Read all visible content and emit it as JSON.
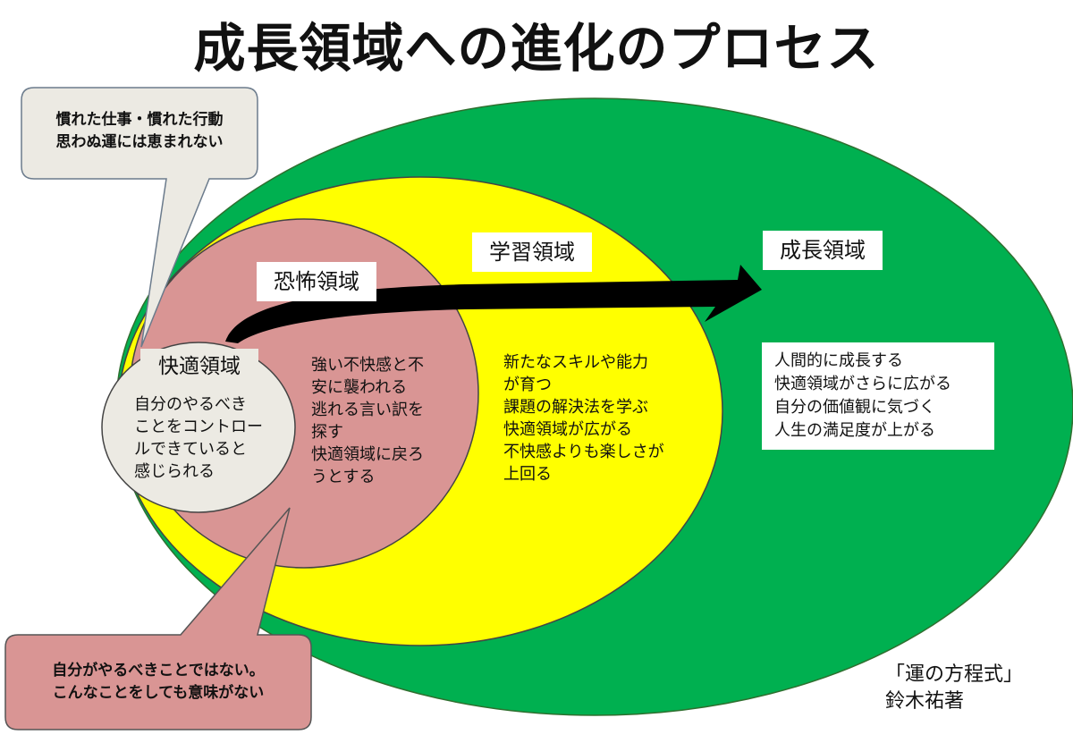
{
  "title": "成長領域への進化のプロセス",
  "zones": {
    "comfort": {
      "label": "快適領域",
      "text": "自分のやるべき\nことをコントロー\nルできていると\n感じられる"
    },
    "fear": {
      "label": "恐怖領域",
      "text": "強い不快感と不\n安に襲われる\n逃れる言い訳を\n探す\n快適領域に戻ろ\nうとする"
    },
    "learning": {
      "label": "学習領域",
      "text": "新たなスキルや能力\nが育つ\n課題の解決法を学ぶ\n快適領域が広がる\n不快感よりも楽しさが\n上回る"
    },
    "growth": {
      "label": "成長領域",
      "text": "人間的に成長する\n快適領域がさらに広がる\n自分の価値観に気づく\n人生の満足度が上がる"
    }
  },
  "callouts": {
    "top": "慣れた仕事・慣れた行動\n思わぬ運には恵まれない",
    "bottom": "自分がやるべきことではない。\nこんなことをしても意味がない"
  },
  "source": "「運の方程式」\n 鈴木祐著",
  "colors": {
    "growth": "#00b050",
    "learning": "#ffff00",
    "fear": "#d99594",
    "comfort": "#eceae3",
    "callout_top": "#eceae3",
    "callout_bottom": "#d99594",
    "arrow": "#000000"
  }
}
